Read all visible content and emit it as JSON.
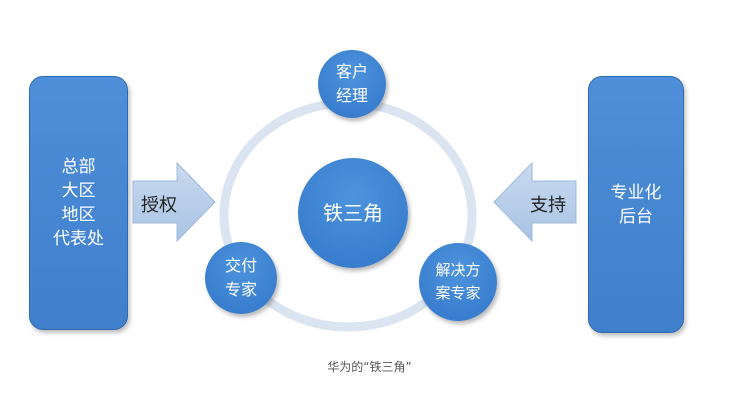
{
  "left_box": {
    "lines": [
      "总部",
      "大区",
      "地区",
      "代表处"
    ]
  },
  "right_box": {
    "lines": [
      "专业化",
      "后台"
    ]
  },
  "left_arrow_label": "授权",
  "right_arrow_label": "支持",
  "nodes": {
    "top": [
      "客户",
      "经理"
    ],
    "left": [
      "交付",
      "专家"
    ],
    "right": [
      "解决方",
      "案专家"
    ],
    "center": "铁三角"
  },
  "caption": "华为的“铁三角”",
  "colors": {
    "box_blue": "#4a89d6",
    "arrow_light": "#b7cde8",
    "ring": "#dbe5f1",
    "text_dark": "#222222"
  }
}
